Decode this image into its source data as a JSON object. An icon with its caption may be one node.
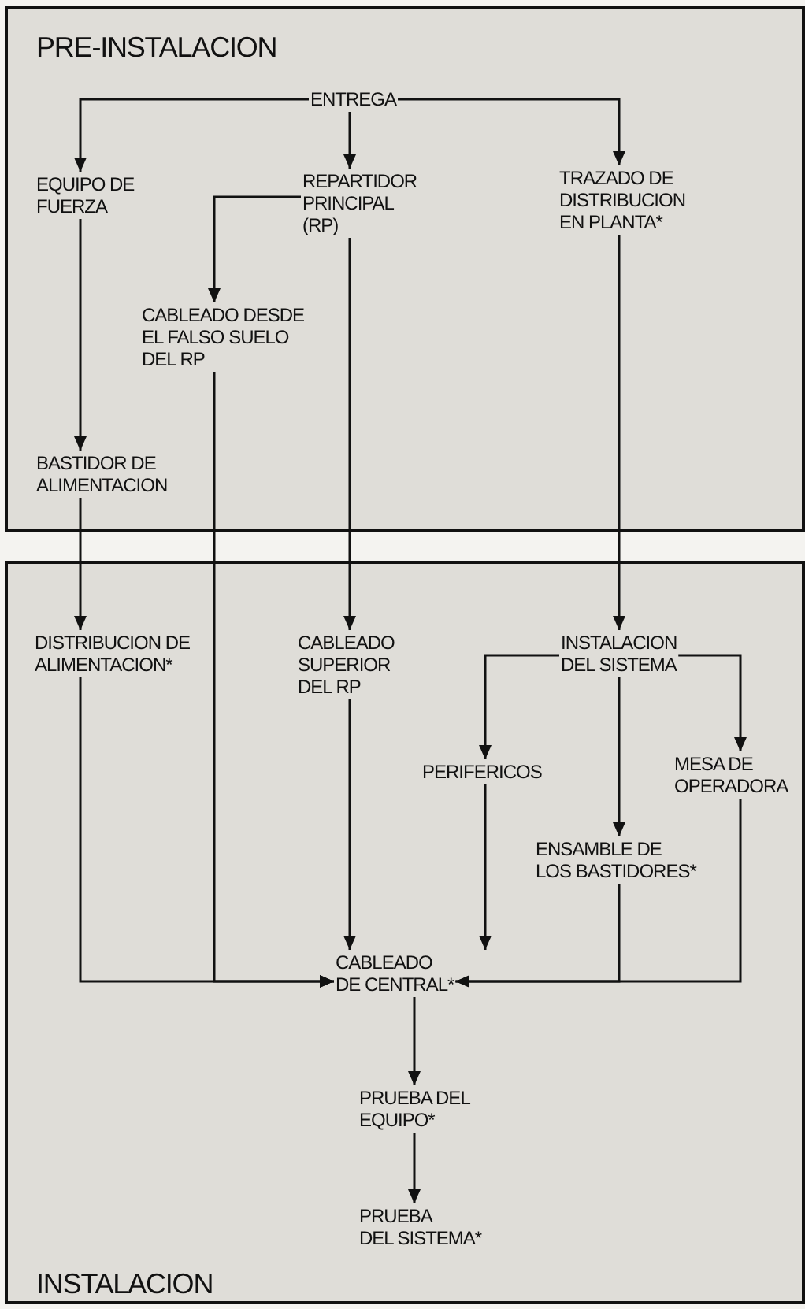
{
  "diagram": {
    "nodes": [
      {
        "text": [
          "PRE-INSTALACION"
        ]
      },
      {
        "text": [
          "ENTREGA"
        ],
        "in": 0
      },
      {
        "text": [
          "EQUIPO DE FUERZA"
        ],
        "in": 0
      },
      {
        "text": [
          "REPARTIDOR PRINCIPAL (RP)"
        ],
        "in": 0
      },
      {
        "text": [
          "TRAZADO DE DISTRIBUCION EN PLANTA*"
        ],
        "in": 0
      },
      {
        "text": [
          "CABLEADO DESDE EL FALSO SUELO DEL RP"
        ],
        "in": 0
      },
      {
        "text": [
          "BASTIDOR DE ALIMENTACION"
        ],
        "in": 0
      },
      {
        "text": [
          "INSTALACION"
        ]
      },
      {
        "text": [
          "DISTRIBUCION DE ALIMENTACION*"
        ],
        "in": 7
      },
      {
        "text": [
          "CABLEADO SUPERIOR DEL RP"
        ],
        "in": 7
      },
      {
        "text": [
          "INSTALACION DEL SISTEMA"
        ],
        "in": 7
      },
      {
        "text": [
          "PERIFERICOS"
        ],
        "in": 7
      },
      {
        "text": [
          "MESA DE OPERADORA"
        ],
        "in": 7
      },
      {
        "text": [
          "ENSAMBLE DE LOS BASTIDORES*"
        ],
        "in": 7
      },
      {
        "text": [
          "CABLEADO DE CENTRAL*"
        ],
        "in": 7
      },
      {
        "text": [
          "PRUEBA DEL EQUIPO*"
        ],
        "in": 7
      },
      {
        "text": [
          "PRUEBA DEL SISTEMA*"
        ],
        "in": 7
      }
    ],
    "edges": [
      {
        "from": 1,
        "to": 2,
        "arrow": "to"
      },
      {
        "from": 1,
        "to": 3,
        "arrow": "to"
      },
      {
        "from": 1,
        "to": 4,
        "arrow": "to"
      },
      {
        "from": 3,
        "to": 5,
        "arrow": "to"
      },
      {
        "from": 2,
        "to": 6,
        "arrow": "to"
      },
      {
        "from": 6,
        "to": 8,
        "arrow": "to"
      },
      {
        "from": 3,
        "to": 9,
        "arrow": "to"
      },
      {
        "from": 4,
        "to": 10,
        "arrow": "to"
      },
      {
        "from": 10,
        "to": 11,
        "arrow": "to"
      },
      {
        "from": 10,
        "to": 12,
        "arrow": "to"
      },
      {
        "from": 10,
        "to": 13,
        "arrow": "to"
      },
      {
        "from": 8,
        "to": 14,
        "arrow": "to"
      },
      {
        "from": 5,
        "to": 14,
        "arrow": "to"
      },
      {
        "from": 9,
        "to": 14,
        "arrow": "to"
      },
      {
        "from": 11,
        "to": 14,
        "arrow": "to"
      },
      {
        "from": 13,
        "to": 14,
        "arrow": "to"
      },
      {
        "from": 12,
        "to": 14,
        "arrow": "to"
      },
      {
        "from": 14,
        "to": 15,
        "arrow": "to"
      },
      {
        "from": 15,
        "to": 16,
        "arrow": "to"
      }
    ]
  }
}
